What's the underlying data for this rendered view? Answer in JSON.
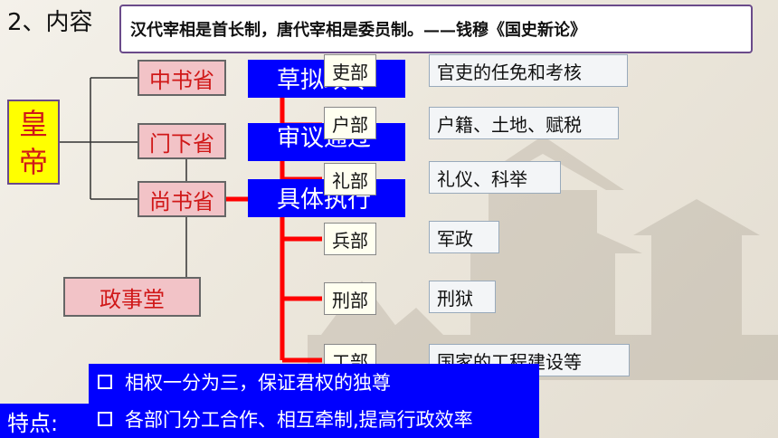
{
  "heading": "2、内容",
  "quote": "汉代宰相是首长制，唐代宰相是委员制。——钱穆《国史新论》",
  "emperor": "皇帝",
  "sheng": [
    {
      "name": "中书省",
      "role": "草拟政令"
    },
    {
      "name": "门下省",
      "role": "审议通过"
    },
    {
      "name": "尚书省",
      "role": "具体执行"
    }
  ],
  "zhengshitang": "政事堂",
  "departments": [
    {
      "name": "吏部",
      "duty": "官吏的任免和考核"
    },
    {
      "name": "户部",
      "duty": "户籍、土地、赋税"
    },
    {
      "name": "礼部",
      "duty": "礼仪、科举"
    },
    {
      "name": "兵部",
      "duty": "军政"
    },
    {
      "name": "刑部",
      "duty": "刑狱"
    },
    {
      "name": "工部",
      "duty": "国家的工程建设等"
    }
  ],
  "features": {
    "label": "特点:",
    "items": [
      "相权一分为三，保证君权的独尊",
      "各部门分工合作、相互牵制,提高行政效率"
    ]
  },
  "colors": {
    "accent_red": "#ff0000",
    "blue": "#0000ff",
    "emperor_bg": "#ffff00",
    "sheng_bg": "#f2c3c7"
  }
}
